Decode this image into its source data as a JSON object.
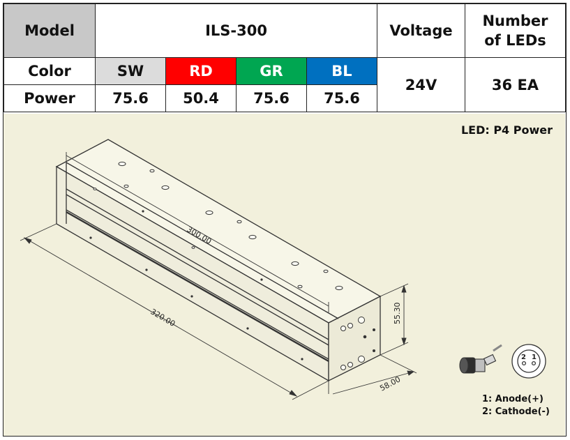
{
  "table": {
    "model_label": "Model",
    "model_value": "ILS-300",
    "voltage_label": "Voltage",
    "leds_label_line1": "Number",
    "leds_label_line2": "of LEDs",
    "color_label": "Color",
    "power_label": "Power",
    "voltage_value": "24V",
    "leds_value": "36 EA",
    "colors": [
      {
        "code": "SW",
        "power": "75.6",
        "bg": "#dcdcdc"
      },
      {
        "code": "RD",
        "power": "50.4",
        "bg": "#ff0000"
      },
      {
        "code": "GR",
        "power": "75.6",
        "bg": "#00a651"
      },
      {
        "code": "BL",
        "power": "75.6",
        "bg": "#0070c0"
      }
    ]
  },
  "drawing": {
    "led_note": "LED: P4 Power",
    "dimensions": {
      "length_inner": "300.00",
      "length_overall": "320.00",
      "height": "55.30",
      "width": "58.00"
    },
    "connector": {
      "pin1_label": "1",
      "pin2_label": "2",
      "legend_1": "1: Anode(+)",
      "legend_2": "2: Cathode(-)"
    },
    "background_color": "#f2f0dc"
  }
}
